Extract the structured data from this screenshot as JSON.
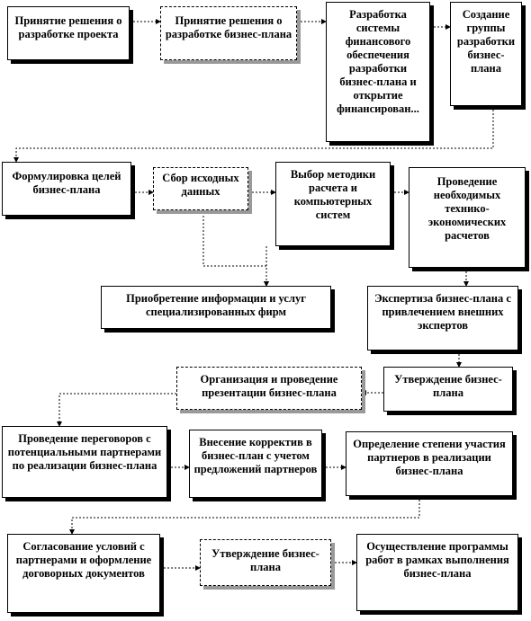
{
  "diagram": {
    "steps": [
      {
        "id": "b1",
        "text": "Принятие решения о разработке проекта"
      },
      {
        "id": "b2",
        "text": "Принятие решения о разработке бизнес-плана"
      },
      {
        "id": "b3",
        "text": "Разработка системы финансового обеспечения разработки бизнес-плана и открытие финансирован..."
      },
      {
        "id": "b4",
        "text": "Создание группы разработки бизнес-плана"
      },
      {
        "id": "b5",
        "text": "Формулировка целей бизнес-плана"
      },
      {
        "id": "b6",
        "text": "Сбор исходных данных"
      },
      {
        "id": "b7",
        "text": "Выбор методики расчета и компьютерных систем"
      },
      {
        "id": "b8",
        "text": "Проведение необходимых технико-экономических расчетов"
      },
      {
        "id": "b9",
        "text": "Приобретение информации и услуг специализированных фирм"
      },
      {
        "id": "b10",
        "text": "Экспертиза бизнес-плана с привлечением внешних экспертов"
      },
      {
        "id": "b11",
        "text": "Организация и проведение презентации бизнес-плана"
      },
      {
        "id": "b12",
        "text": "Утверждение бизнес-плана"
      },
      {
        "id": "b13",
        "text": "Проведение переговоров с потенциальными партнерами по реализации бизнес-плана"
      },
      {
        "id": "b14",
        "text": "Внесение корректив в бизнес-план с учетом предложений партнеров"
      },
      {
        "id": "b15",
        "text": "Определение степени участия партнеров в реализации бизнес-плана"
      },
      {
        "id": "b16",
        "text": "Согласование условий с партнерами и оформление договорных документов"
      },
      {
        "id": "b17",
        "text": "Утверждение бизнес-плана"
      },
      {
        "id": "b18",
        "text": "Осуществление программы работ в рамках выполнения бизнес-плана"
      }
    ]
  }
}
